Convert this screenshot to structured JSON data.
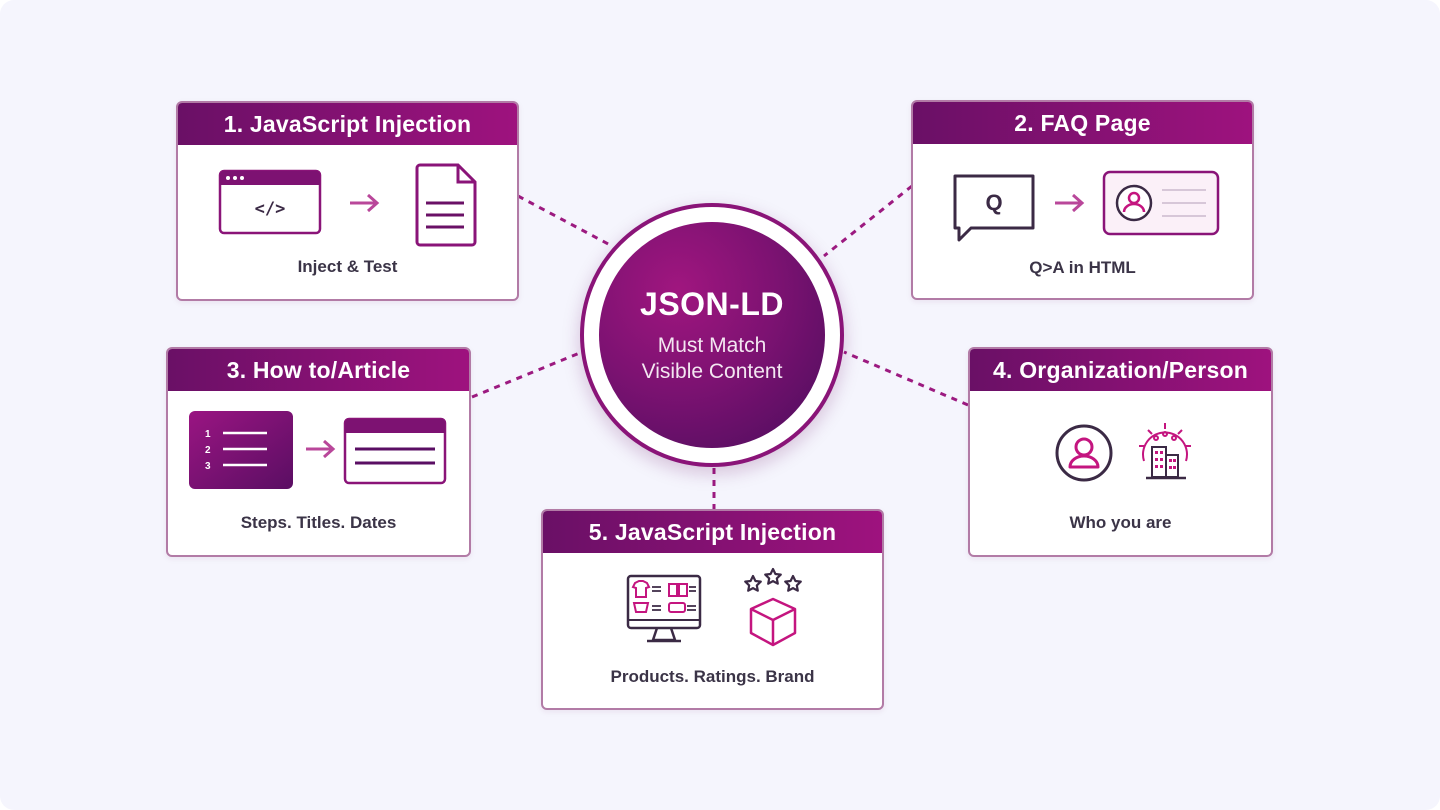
{
  "center": {
    "title": "JSON-LD",
    "subtitle_line1": "Must Match",
    "subtitle_line2": "Visible Content"
  },
  "cards": {
    "c1": {
      "title": "1. JavaScript Injection",
      "caption": "Inject & Test",
      "code_glyph": "</>",
      "icons": [
        "browser-code-icon",
        "arrow-right-icon",
        "document-icon"
      ]
    },
    "c2": {
      "title": "2. FAQ Page",
      "caption": "Q>A in HTML",
      "question_glyph": "Q",
      "icons": [
        "question-bubble-icon",
        "arrow-right-icon",
        "profile-card-icon"
      ]
    },
    "c3": {
      "title": "3. How to/Article",
      "caption": "Steps. Titles. Dates",
      "step_numbers": [
        "1",
        "2",
        "3"
      ],
      "icons": [
        "numbered-list-icon",
        "arrow-right-icon",
        "article-icon"
      ]
    },
    "c4": {
      "title": "4. Organization/Person",
      "caption": "Who you are",
      "icons": [
        "person-icon",
        "organization-building-icon"
      ]
    },
    "c5": {
      "title": "5. JavaScript Injection",
      "caption": "Products. Ratings. Brand",
      "icons": [
        "product-monitor-icon",
        "rated-box-icon"
      ]
    }
  },
  "colors": {
    "header_start": "#6a1066",
    "header_end": "#9e127e",
    "accent": "#8a1478",
    "card_border": "#b27ba6",
    "background": "#f5f5fd",
    "caption_text": "#3b3447"
  }
}
